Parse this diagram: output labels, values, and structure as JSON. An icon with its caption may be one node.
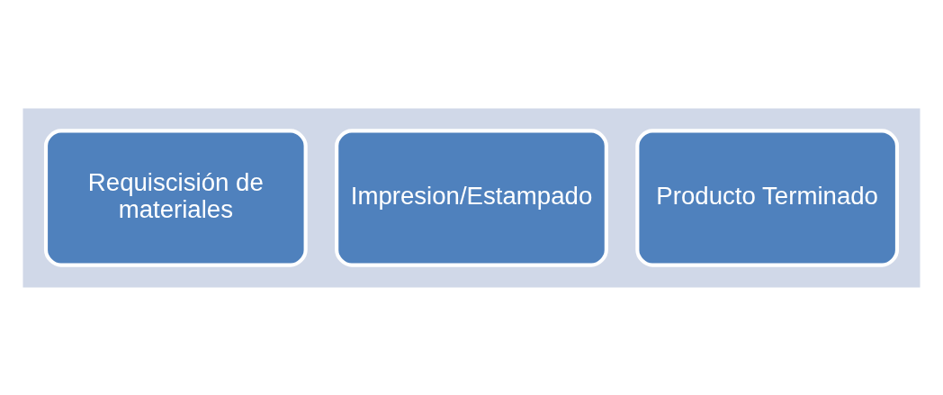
{
  "diagram": {
    "nodes": [
      {
        "text": [],
        "shape": "arrow"
      },
      {
        "text": [
          "Requiscisión de materiales"
        ],
        "in": 0
      },
      {
        "text": [
          "Impresion/Estampado"
        ],
        "in": 0
      },
      {
        "text": [
          "Producto Terminado"
        ],
        "in": 0
      }
    ],
    "edges": []
  }
}
